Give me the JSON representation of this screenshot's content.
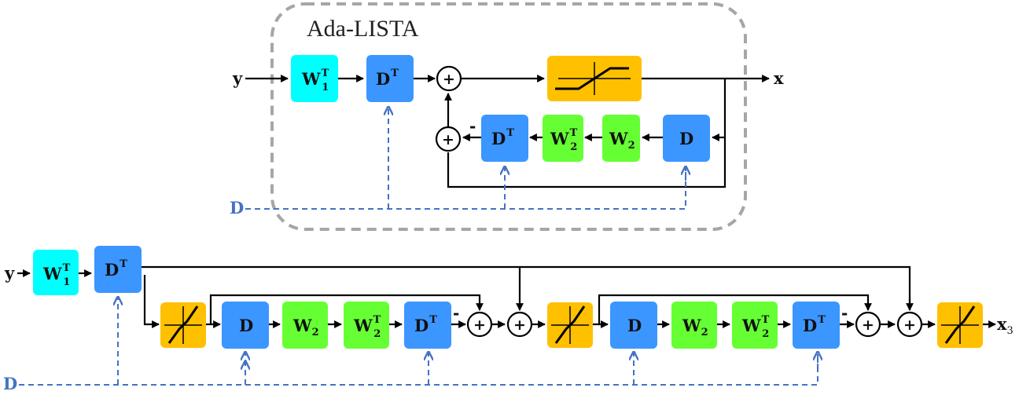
{
  "title": "Ada-LISTA",
  "inputs": {
    "y": "y",
    "d": "D"
  },
  "outputs": {
    "x": "x",
    "x3": "x",
    "x3_sub": "3"
  },
  "block_labels": {
    "W": "W",
    "D": "D",
    "T": "T",
    "sub1": "1",
    "sub2": "2"
  },
  "operators": {
    "plus": "+",
    "minus": "-"
  },
  "colors": {
    "w1_block": "#00ffff",
    "d_block": "#3c96ff",
    "w2_block": "#66ff33",
    "threshold_block": "#ffc000",
    "dashed_line": "#4472c4",
    "container_border": "#a6a6a6"
  },
  "icons": {
    "threshold": "soft-threshold-icon"
  }
}
